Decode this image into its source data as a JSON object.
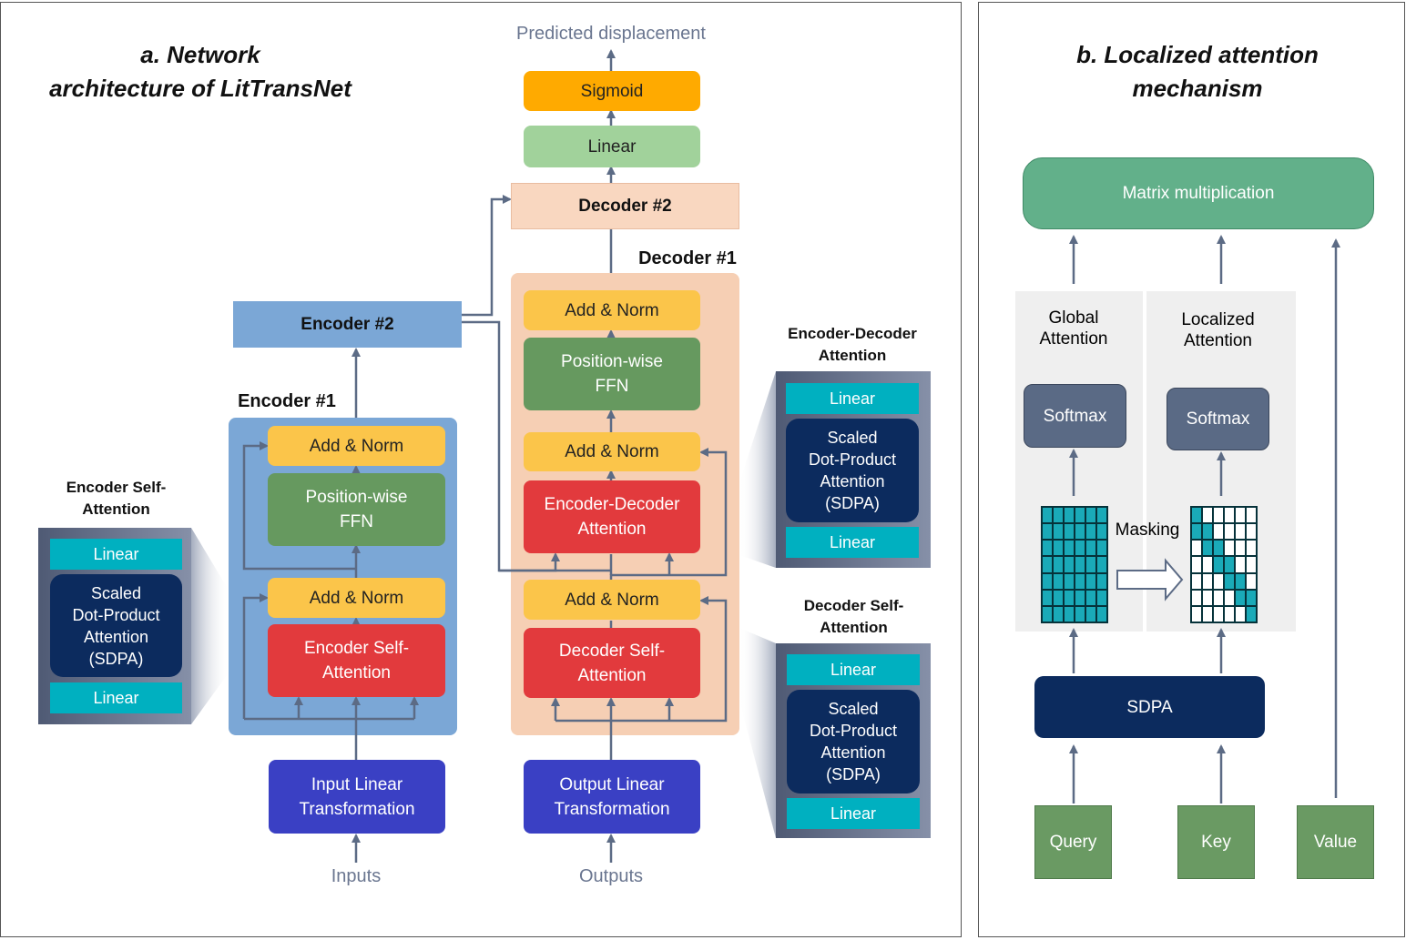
{
  "panel_a": {
    "title_line1": "a. Network",
    "title_line2": "architecture of LitTransNet",
    "predicted_displacement": "Predicted displacement",
    "sigmoid": "Sigmoid",
    "linear": "Linear",
    "decoder2": "Decoder  #2",
    "decoder1": "Decoder  #1",
    "encoder2": "Encoder  #2",
    "encoder1": "Encoder  #1",
    "add_norm": "Add & Norm",
    "ffn_line1": "Position-wise",
    "ffn_line2": "FFN",
    "enc_self_att_line1": "Encoder Self-",
    "enc_self_att_line2": "Attention",
    "dec_self_att_line1": "Decoder Self-",
    "dec_self_att_line2": "Attention",
    "enc_dec_att_line1": "Encoder-Decoder",
    "enc_dec_att_line2": "Attention",
    "input_lt_line1": "Input Linear",
    "input_lt_line2": "Transformation",
    "output_lt_line1": "Output Linear",
    "output_lt_line2": "Transformation",
    "inputs": "Inputs",
    "outputs": "Outputs"
  },
  "callouts": {
    "enc_self": {
      "title_line1": "Encoder Self-",
      "title_line2": "Attention"
    },
    "enc_dec": {
      "title_line1": "Encoder-Decoder",
      "title_line2": "Attention"
    },
    "dec_self": {
      "title_line1": "Decoder Self-",
      "title_line2": "Attention"
    },
    "linear": "Linear",
    "sdpa_line1": "Scaled",
    "sdpa_line2": "Dot-Product",
    "sdpa_line3": "Attention",
    "sdpa_line4": "(SDPA)"
  },
  "panel_b": {
    "title_line1": "b. Localized attention",
    "title_line2": "mechanism",
    "matmul": "Matrix multiplication",
    "global_line1": "Global",
    "global_line2": "Attention",
    "local_line1": "Localized",
    "local_line2": "Attention",
    "softmax": "Softmax",
    "masking": "Masking",
    "sdpa": "SDPA",
    "query": "Query",
    "key": "Key",
    "value": "Value",
    "localized_mask": [
      [
        1,
        0,
        0,
        0,
        0,
        0
      ],
      [
        1,
        1,
        0,
        0,
        0,
        0
      ],
      [
        0,
        1,
        1,
        0,
        0,
        0
      ],
      [
        0,
        0,
        1,
        1,
        0,
        0
      ],
      [
        0,
        0,
        0,
        1,
        1,
        0
      ],
      [
        0,
        0,
        0,
        0,
        1,
        1
      ],
      [
        0,
        0,
        0,
        0,
        0,
        1
      ]
    ]
  },
  "colors": {
    "cell_on": "#1aaab8",
    "cell_off": "#ffffff",
    "wire": "#5c6b85"
  }
}
